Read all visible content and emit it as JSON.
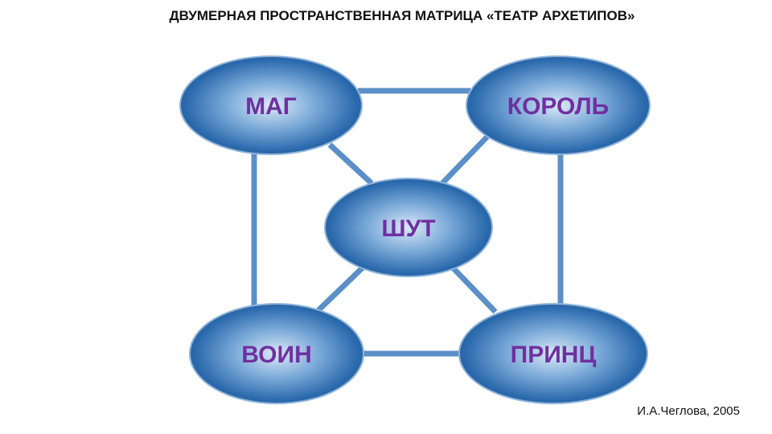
{
  "title": "ДВУМЕРНАЯ ПРОСТРАНСТВЕННАЯ МАТРИЦА «ТЕАТР АРХЕТИПОВ»",
  "credit": "И.А.Чеглова, 2005",
  "nodes": {
    "mag": "МАГ",
    "korol": "КОРОЛЬ",
    "shut": "ШУТ",
    "voin": "ВОИН",
    "princ": "ПРИНЦ"
  },
  "colors": {
    "line": "#5b8fc7",
    "ellipse_dark": "#1f5a9a",
    "ellipse_light": "#dbe9f7",
    "label": "#7030a0"
  }
}
